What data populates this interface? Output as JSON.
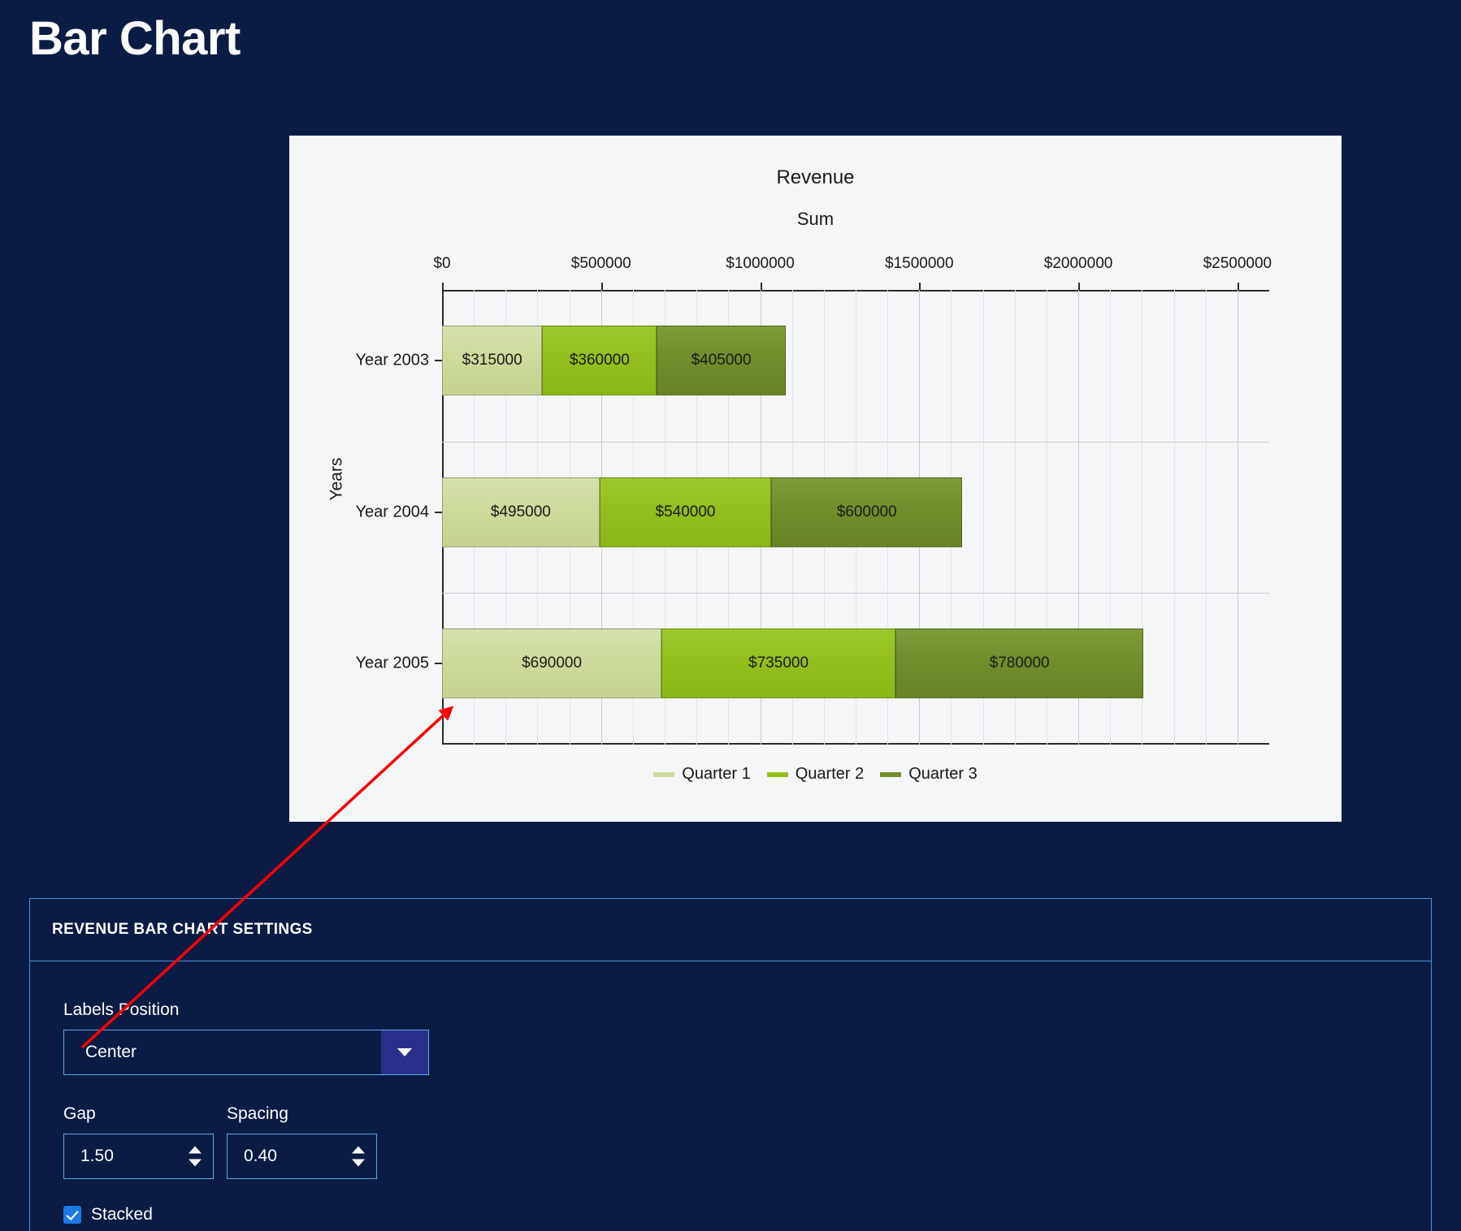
{
  "page": {
    "title": "Bar Chart",
    "background_color": "#0a1c44"
  },
  "chart_card": {
    "background_color": "#f5f6f8"
  },
  "chart_data": {
    "type": "bar",
    "orientation": "horizontal",
    "stacked": true,
    "title": "Revenue",
    "subtitle": "Sum",
    "xlabel": "Sum",
    "ylabel": "Years",
    "xlim": [
      0,
      2600000
    ],
    "x_ticks": [
      0,
      500000,
      1000000,
      1500000,
      2000000,
      2500000
    ],
    "x_tick_labels": [
      "$0",
      "$500000",
      "$1000000",
      "$1500000",
      "$2000000",
      "$2500000"
    ],
    "grid": true,
    "legend_position": "bottom",
    "categories": [
      "Year 2003",
      "Year 2004",
      "Year 2005"
    ],
    "series": [
      {
        "name": "Quarter 1",
        "color": "#ccda9b",
        "values": [
          315000,
          495000,
          690000
        ],
        "labels": [
          "$315000",
          "$495000",
          "$690000"
        ]
      },
      {
        "name": "Quarter 2",
        "color": "#93bf1e",
        "values": [
          360000,
          540000,
          735000
        ],
        "labels": [
          "$360000",
          "$540000",
          "$735000"
        ]
      },
      {
        "name": "Quarter 3",
        "color": "#708e2c",
        "values": [
          405000,
          600000,
          780000
        ],
        "labels": [
          "$405000",
          "$600000",
          "$780000"
        ]
      }
    ],
    "totals": [
      1080000,
      1635000,
      2205000
    ]
  },
  "settings": {
    "header": "REVENUE BAR CHART SETTINGS",
    "labels_position": {
      "label": "Labels Position",
      "value": "Center"
    },
    "gap": {
      "label": "Gap",
      "value": "1.50"
    },
    "spacing": {
      "label": "Spacing",
      "value": "0.40"
    },
    "stacked": {
      "label": "Stacked",
      "checked": true
    },
    "accent_color": "#4a90d9",
    "checkbox_color": "#1b79e8"
  },
  "annotation": {
    "arrow_color": "#ff0000"
  }
}
